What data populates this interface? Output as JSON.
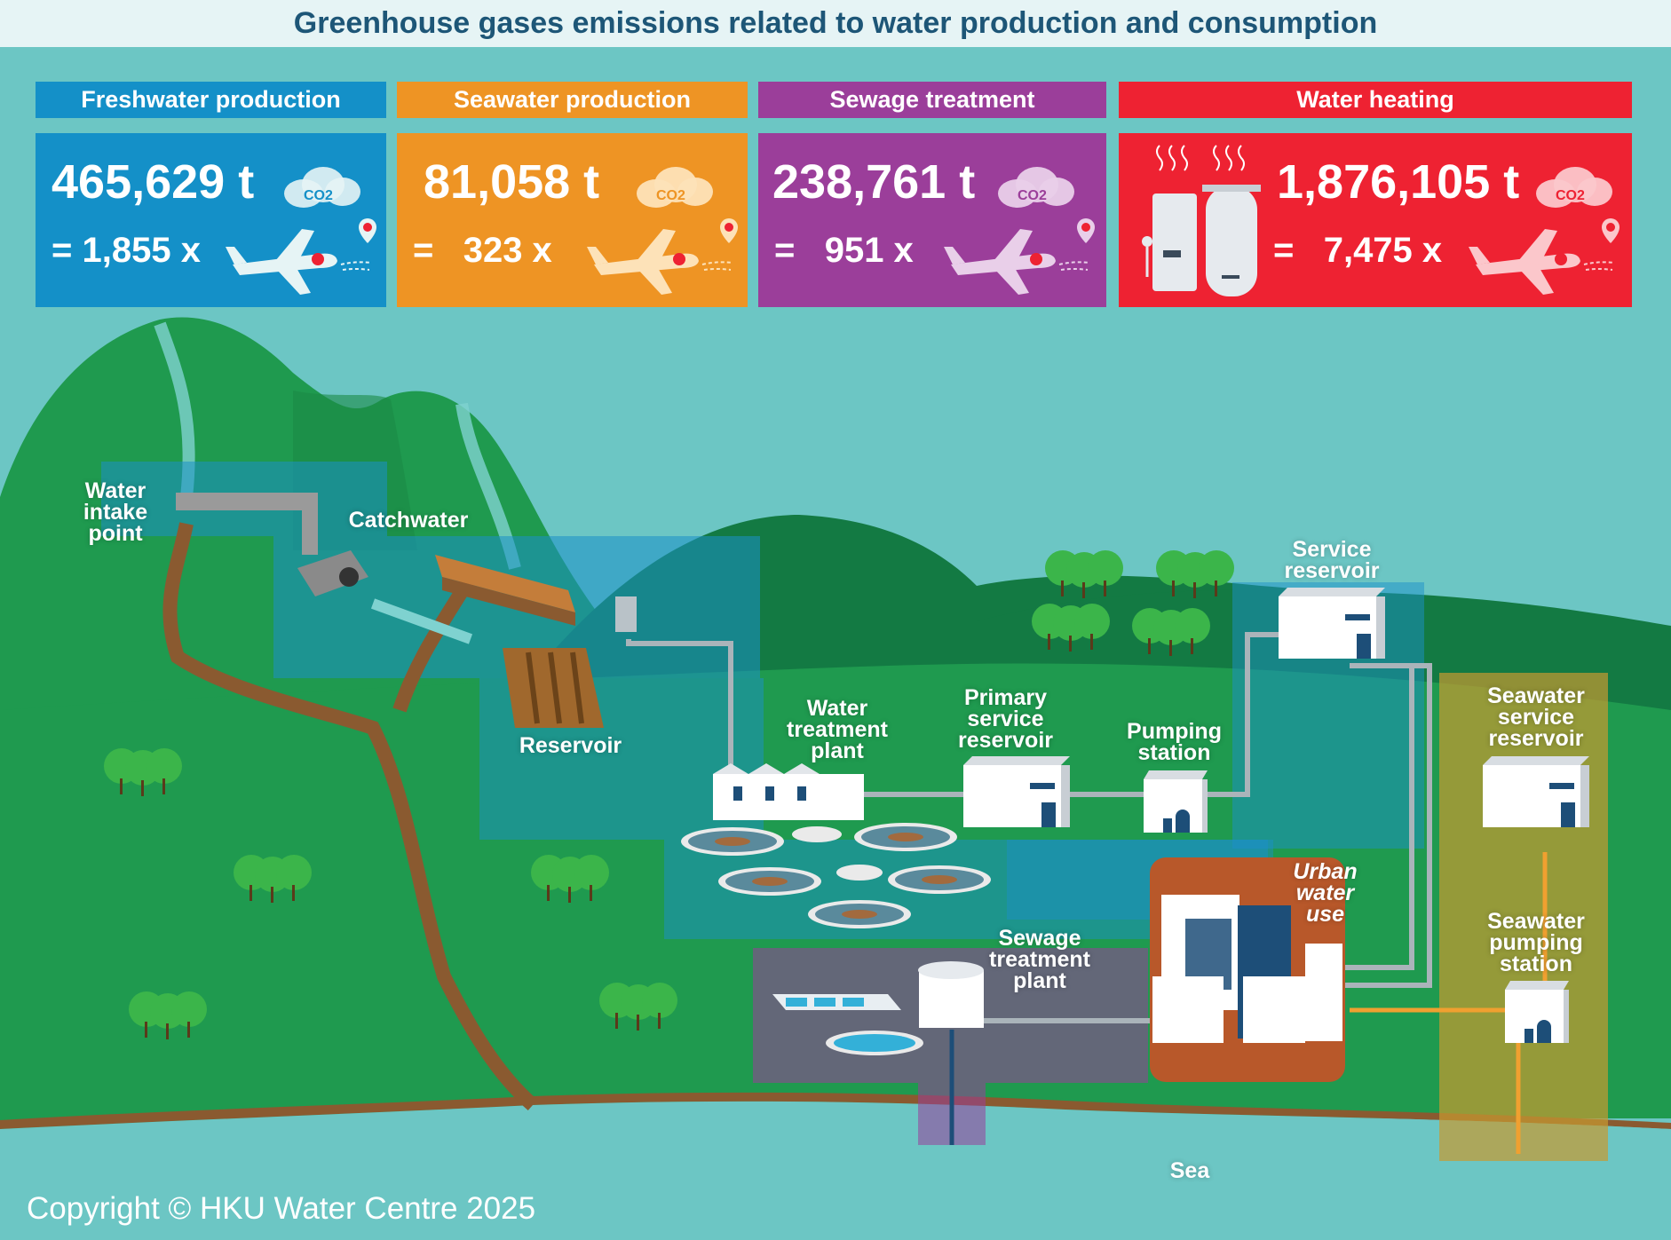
{
  "title": "Greenhouse gases emissions related to water production and consumption",
  "cards": [
    {
      "heading": "Freshwater production",
      "tons": "465,629 t",
      "equals": "=",
      "flights": "1,855 x",
      "color": "#1490c8"
    },
    {
      "heading": "Seawater production",
      "tons": "81,058 t",
      "equals": "=",
      "flights": "323 x",
      "color": "#ee9424"
    },
    {
      "heading": "Sewage treatment",
      "tons": "238,761 t",
      "equals": "=",
      "flights": "951 x",
      "color": "#9b3e9a"
    },
    {
      "heading": "Water heating",
      "tons": "1,876,105 t",
      "equals": "=",
      "flights": "7,475 x",
      "color": "#ee2232"
    }
  ],
  "co2_label": "CO2",
  "labels": {
    "water_intake_point": "Water\nintake\npoint",
    "catchwater": "Catchwater",
    "reservoir": "Reservoir",
    "water_treatment_plant": "Water\ntreatment\nplant",
    "primary_service_reservoir": "Primary\nservice\nreservoir",
    "pumping_station": "Pumping\nstation",
    "service_reservoir": "Service\nreservoir",
    "seawater_service_reservoir": "Seawater\nservice\nreservoir",
    "seawater_pumping_station": "Seawater\npumping\nstation",
    "urban_water_use": "Urban\nwater\nuse",
    "sewage_treatment_plant": "Sewage\ntreatment\nplant",
    "sea": "Sea"
  },
  "copyright": "Copyright © HKU Water Centre 2025"
}
